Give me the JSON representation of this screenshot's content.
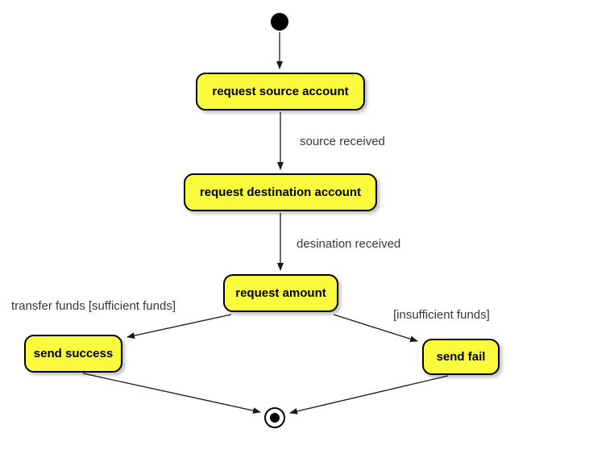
{
  "diagram": {
    "type": "uml-state-diagram",
    "nodes": {
      "start": {
        "type": "initial-state"
      },
      "request_source": {
        "label": "request source account"
      },
      "request_destination": {
        "label": "request destination account"
      },
      "request_amount": {
        "label": "request amount"
      },
      "send_success": {
        "label": "send success"
      },
      "send_fail": {
        "label": "send fail"
      },
      "end": {
        "type": "final-state"
      }
    },
    "edges": [
      {
        "from": "start",
        "to": "request_source",
        "label": ""
      },
      {
        "from": "request_source",
        "to": "request_destination",
        "label": "source received"
      },
      {
        "from": "request_destination",
        "to": "request_amount",
        "label": "desination received"
      },
      {
        "from": "request_amount",
        "to": "send_success",
        "label": "transfer funds [sufficient funds]"
      },
      {
        "from": "request_amount",
        "to": "send_fail",
        "label": "[insufficient funds]"
      },
      {
        "from": "send_success",
        "to": "end",
        "label": ""
      },
      {
        "from": "send_fail",
        "to": "end",
        "label": ""
      }
    ],
    "colors": {
      "node_fill": "#FBFB3E",
      "node_border": "#000000",
      "edge_color": "#1A1A1A",
      "label_color": "#383838"
    }
  }
}
